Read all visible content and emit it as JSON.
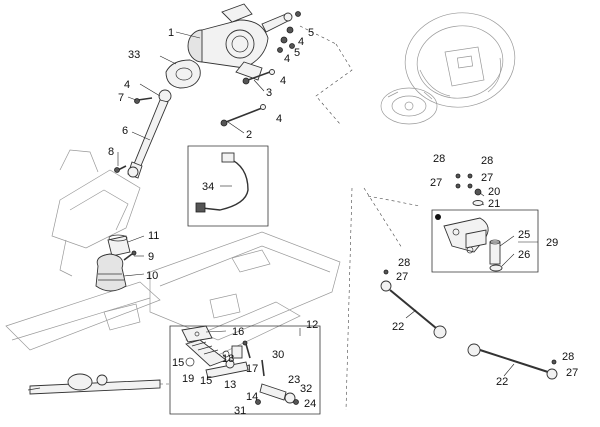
{
  "diagram": {
    "labels": [
      {
        "id": "l1",
        "text": "1"
      },
      {
        "id": "l2",
        "text": "2"
      },
      {
        "id": "l3",
        "text": "3"
      },
      {
        "id": "l4a",
        "text": "4"
      },
      {
        "id": "l4b",
        "text": "4"
      },
      {
        "id": "l4c",
        "text": "4"
      },
      {
        "id": "l4d",
        "text": "4"
      },
      {
        "id": "l4e",
        "text": "4"
      },
      {
        "id": "l5a",
        "text": "5"
      },
      {
        "id": "l5b",
        "text": "5"
      },
      {
        "id": "l6",
        "text": "6"
      },
      {
        "id": "l7",
        "text": "7"
      },
      {
        "id": "l8",
        "text": "8"
      },
      {
        "id": "l9",
        "text": "9"
      },
      {
        "id": "l10",
        "text": "10"
      },
      {
        "id": "l11",
        "text": "11"
      },
      {
        "id": "l12",
        "text": "12"
      },
      {
        "id": "l13",
        "text": "13"
      },
      {
        "id": "l14",
        "text": "14"
      },
      {
        "id": "l15a",
        "text": "15"
      },
      {
        "id": "l15b",
        "text": "15"
      },
      {
        "id": "l16",
        "text": "16"
      },
      {
        "id": "l17",
        "text": "17"
      },
      {
        "id": "l18",
        "text": "18"
      },
      {
        "id": "l19",
        "text": "19"
      },
      {
        "id": "l20",
        "text": "20"
      },
      {
        "id": "l21",
        "text": "21"
      },
      {
        "id": "l22a",
        "text": "22"
      },
      {
        "id": "l22b",
        "text": "22"
      },
      {
        "id": "l23",
        "text": "23"
      },
      {
        "id": "l24",
        "text": "24"
      },
      {
        "id": "l25",
        "text": "25"
      },
      {
        "id": "l26",
        "text": "26"
      },
      {
        "id": "l27a",
        "text": "27"
      },
      {
        "id": "l27b",
        "text": "27"
      },
      {
        "id": "l27c",
        "text": "27"
      },
      {
        "id": "l27d",
        "text": "27"
      },
      {
        "id": "l28a",
        "text": "28"
      },
      {
        "id": "l28b",
        "text": "28"
      },
      {
        "id": "l28c",
        "text": "28"
      },
      {
        "id": "l28d",
        "text": "28"
      },
      {
        "id": "l29",
        "text": "29"
      },
      {
        "id": "l30",
        "text": "30"
      },
      {
        "id": "l31",
        "text": "31"
      },
      {
        "id": "l32",
        "text": "32"
      },
      {
        "id": "l33",
        "text": "33"
      },
      {
        "id": "l34",
        "text": "34"
      }
    ]
  }
}
